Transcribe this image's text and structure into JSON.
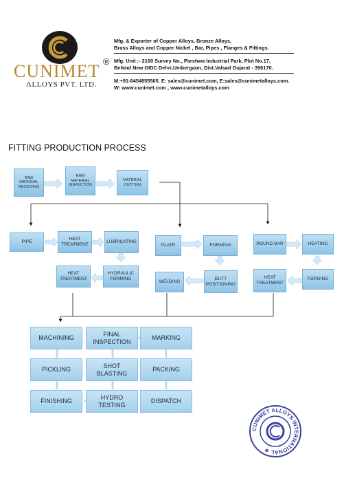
{
  "header": {
    "company_name": "CUNIMET",
    "company_sub": "ALLOYS PVT. LTD.",
    "registered_mark": "®",
    "line1": "Mfg. & Exporter of Copper Alloys, Bronze Alloys,",
    "line2": "Brass Alloys and Copper Nickel , Bar, Pipes , Flanges & Fittings.",
    "line3": "Mfg. Unit :- 2160 Survey No., Parshwa Industrial Park, Plot No.17,",
    "line4": "Behind New GIDC Dehri,Umbergaon, Dist.Valsad Gujarat - 396170.",
    "line5": "M:+91-8454855505. E: sales@cunimet.com, E:sales@cunimetalloys.com.",
    "line6": "W: www.cunimet.com , www.cunimetalloys.com"
  },
  "title": "FITTING PRODUCTION PROCESS",
  "top_flow": [
    "RAW\nMATERIAL\nRECEIVING",
    "RAW\nMATERIAL\nINSPECTION",
    "MATERIAL\nCUTTING"
  ],
  "pipe_branch": {
    "pipe": "PIPE",
    "heat_treatment_1": "HEAT\nTREATMENT",
    "lubricating": "LUBRICATING",
    "hydraulic_forming": "HYDRAULIC\nFORMING",
    "heat_treatment_2": "HEAT\nTREATMENT"
  },
  "plate_branch": {
    "plate": "PLATE",
    "forming": "FORMING",
    "butt_positioning": "BUTT\nPOSITIONING",
    "welding": "WELDING"
  },
  "bar_branch": {
    "round_bar": "ROUND BAR",
    "heating": "HEATING",
    "forging": "FORGING",
    "heat_treatment": "HEAT\nTREATMENT"
  },
  "finishing": {
    "machining": "MACHINING",
    "pickling": "PICKLING",
    "finishing": "FINISHING",
    "final_inspection": "FINAL\nINSPECTION",
    "shot_blasting": "SHOT\nBLASTING",
    "hydro_testing": "HYDRO\nTESTING",
    "marking": "MARKING",
    "packing": "PACKING",
    "dispatch": "DISPATCH"
  },
  "stamp": {
    "text": "CUNIMET ALLOYS INTERNATIONAL"
  },
  "colors": {
    "brand_gold": "#b8862c",
    "box_fill": "#a3d0ee",
    "stamp_blue": "#3a3f9c"
  }
}
